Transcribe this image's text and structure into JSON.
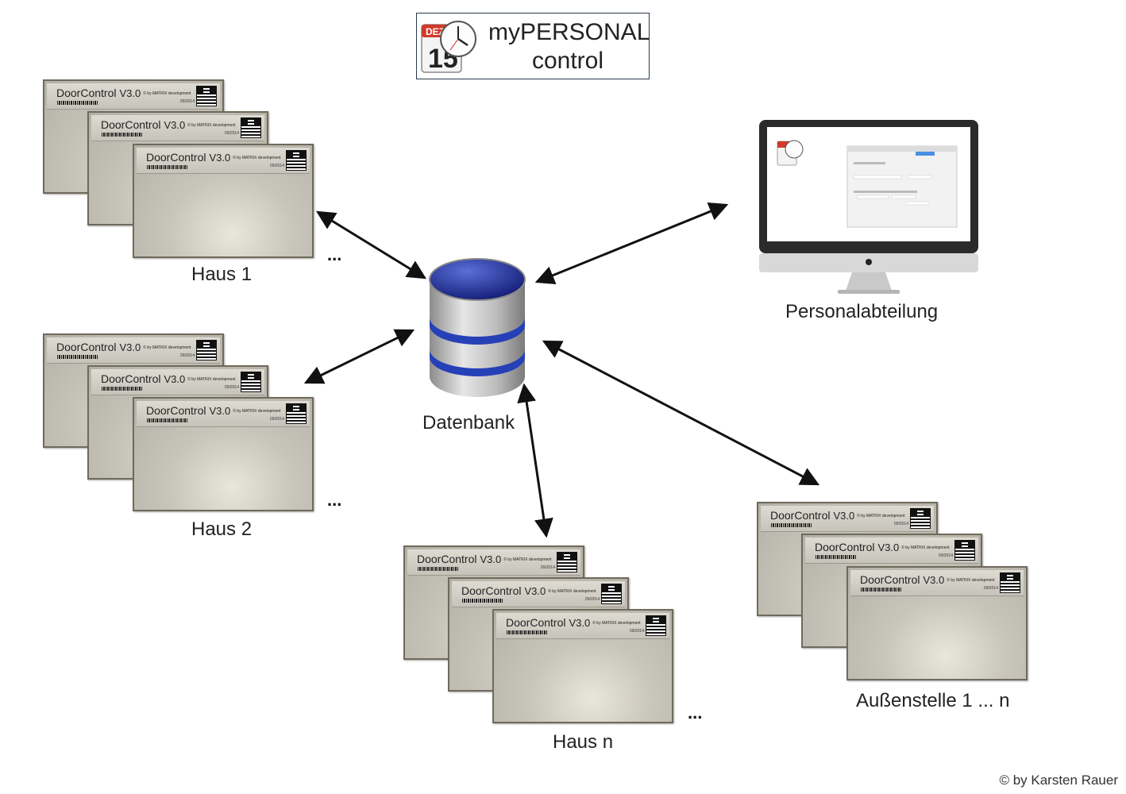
{
  "logo": {
    "title_line1": "myPERSONAL",
    "title_line2": "control",
    "calendar_month": "DEZ",
    "calendar_day": "15"
  },
  "panel": {
    "brand": "DoorControl",
    "version": "V3.0",
    "credit": "© by MATRIX development",
    "date": "09/2014"
  },
  "labels": {
    "house1": "Haus 1",
    "house2": "Haus 2",
    "housen": "Haus n",
    "branch": "Außenstelle 1 ... n",
    "database": "Datenbank",
    "hr": "Personalabteilung",
    "ellipsis": "..."
  },
  "copyright": "© by Karsten Rauer",
  "colors": {
    "database_top": "#1f2f9a",
    "database_band": "#2640b8",
    "arrow": "#111111"
  }
}
